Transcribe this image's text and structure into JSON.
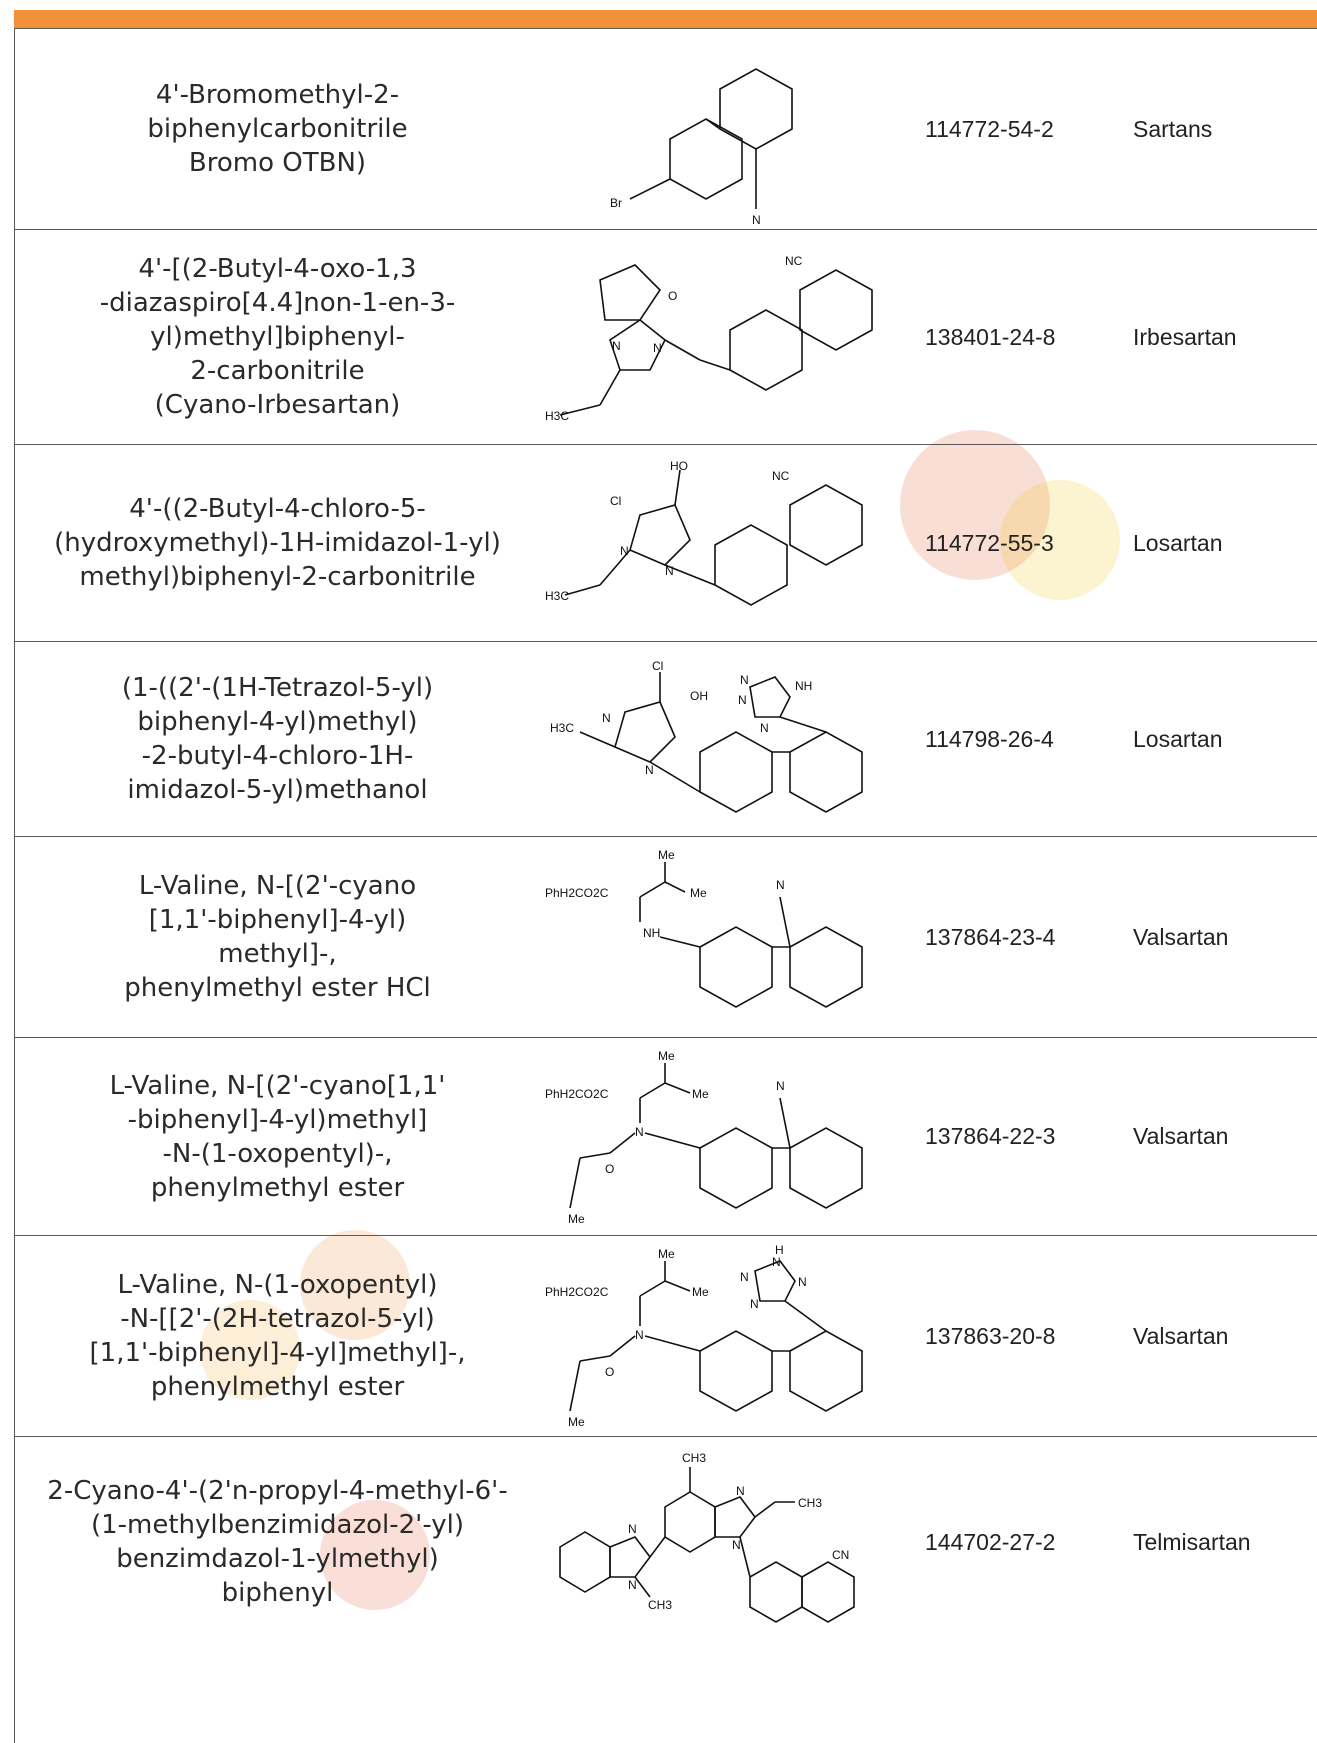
{
  "rows": [
    {
      "name": "4'-Bromomethyl-2-\nbiphenylcarbonitrile\nBromo OTBN)",
      "cas": "114772-54-2",
      "drug": "Sartans",
      "labels": [
        "Br",
        "N"
      ]
    },
    {
      "name": "4'-[(2-Butyl-4-oxo-1,3\n-diazaspiro[4.4]non-1-en-3-\nyl)methyl]biphenyl-\n2-carbonitrile\n(Cyano-Irbesartan)",
      "cas": "138401-24-8",
      "drug": "Irbesartan",
      "labels": [
        "NC",
        "O",
        "N",
        "N",
        "H3C"
      ]
    },
    {
      "name": "4'-((2-Butyl-4-chloro-5-\n(hydroxymethyl)-1H-imidazol-1-yl)\nmethyl)biphenyl-2-carbonitrile",
      "cas": "114772-55-3",
      "drug": "Losartan",
      "labels": [
        "HO",
        "NC",
        "Cl",
        "N",
        "N",
        "H3C"
      ]
    },
    {
      "name": "(1-((2'-(1H-Tetrazol-5-yl)\nbiphenyl-4-yl)methyl)\n-2-butyl-4-chloro-1H-\nimidazol-5-yl)methanol",
      "cas": "114798-26-4",
      "drug": "Losartan",
      "labels": [
        "Cl",
        "OH",
        "N",
        "N",
        "NH",
        "H3C",
        "N",
        "N",
        "N"
      ]
    },
    {
      "name": "L-Valine, N-[(2'-cyano\n[1,1'-biphenyl]-4-yl)\nmethyl]-,\nphenylmethyl ester HCl",
      "cas": "137864-23-4",
      "drug": "Valsartan",
      "labels": [
        "Me",
        "Me",
        "PhH2CO2C",
        "NH",
        "N"
      ]
    },
    {
      "name": "L-Valine, N-[(2'-cyano[1,1'\n-biphenyl]-4-yl)methyl]\n-N-(1-oxopentyl)-,\nphenylmethyl ester",
      "cas": "137864-22-3",
      "drug": "Valsartan",
      "labels": [
        "Me",
        "Me",
        "PhH2CO2C",
        "N",
        "N",
        "O",
        "Me"
      ]
    },
    {
      "name": "L-Valine, N-(1-oxopentyl)\n-N-[[2'-(2H-tetrazol-5-yl)\n[1,1'-biphenyl]-4-yl]methyl]-,\nphenylmethyl ester",
      "cas": "137863-20-8",
      "drug": "Valsartan",
      "labels": [
        "H",
        "Me",
        "Me",
        "PhH2CO2C",
        "N",
        "N",
        "N",
        "N",
        "N",
        "O",
        "Me"
      ]
    },
    {
      "name": "2-Cyano-4'-(2'n-propyl-4-methyl-6'-\n(1-methylbenzimidazol-2'-yl)\nbenzimdazol-1-ylmethyl)\nbiphenyl",
      "cas": "144702-27-2",
      "drug": "Telmisartan",
      "labels": [
        "CH3",
        "CH3",
        "N",
        "N",
        "N",
        "N",
        "CH3",
        "CN"
      ]
    }
  ],
  "colors": {
    "header": "#F3903A",
    "grid": "#5a5a5a"
  }
}
